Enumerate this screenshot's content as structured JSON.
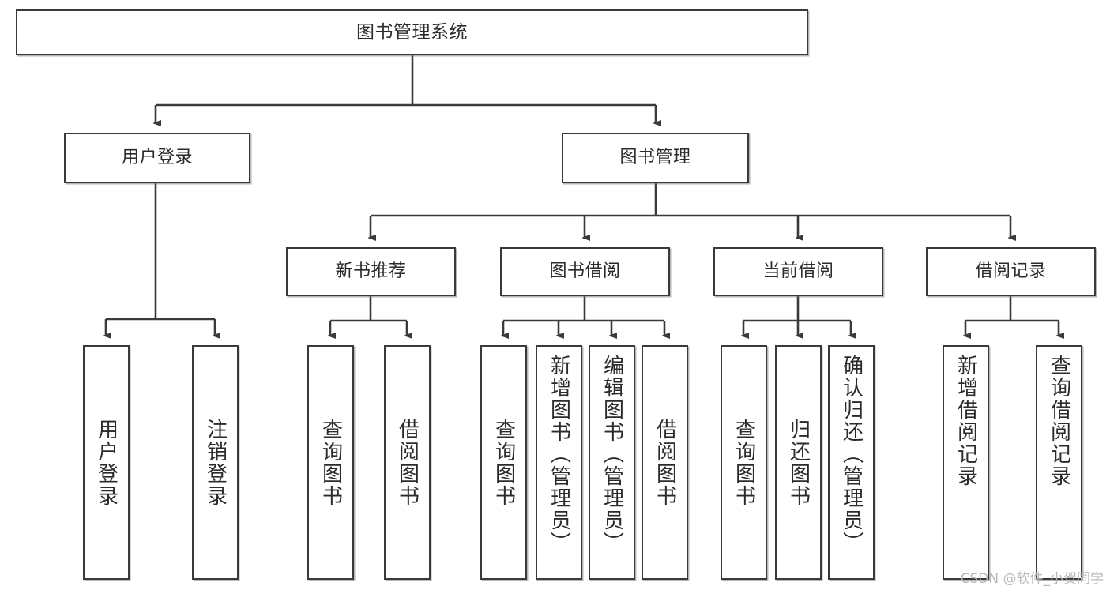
{
  "diagram": {
    "type": "tree-hierarchy-chart",
    "title": "图书管理系统",
    "stroke_color": "#3a3a3a",
    "fill_color": "#ffffff",
    "text_color": "#2b2b2b"
  },
  "nodes": {
    "root": {
      "label": "图书管理系统"
    },
    "level2": [
      {
        "id": "user_login",
        "label": "用户登录"
      },
      {
        "id": "book_manage",
        "label": "图书管理"
      }
    ],
    "level3": [
      {
        "id": "new_book_rec",
        "label": "新书推荐"
      },
      {
        "id": "book_borrow",
        "label": "图书借阅"
      },
      {
        "id": "current_borrow",
        "label": "当前借阅"
      },
      {
        "id": "borrow_record",
        "label": "借阅记录"
      }
    ],
    "leaves": {
      "user_login": [
        {
          "id": "leaf_user_login",
          "label": "用户登录"
        },
        {
          "id": "leaf_user_logout",
          "label": "注销登录"
        }
      ],
      "new_book_rec": [
        {
          "id": "leaf_query_book_1",
          "label": "查询图书"
        },
        {
          "id": "leaf_borrow_book_1",
          "label": "借阅图书"
        }
      ],
      "book_borrow": [
        {
          "id": "leaf_query_book_2",
          "label": "查询图书"
        },
        {
          "id": "leaf_add_book",
          "label": "新增图书（管理员）"
        },
        {
          "id": "leaf_edit_book",
          "label": "编辑图书（管理员）"
        },
        {
          "id": "leaf_borrow_book_2",
          "label": "借阅图书"
        }
      ],
      "current_borrow": [
        {
          "id": "leaf_query_book_3",
          "label": "查询图书"
        },
        {
          "id": "leaf_return_book",
          "label": "归还图书"
        },
        {
          "id": "leaf_confirm_return",
          "label": "确认归还（管理员）"
        }
      ],
      "borrow_record": [
        {
          "id": "leaf_add_record",
          "label": "新增借阅记录"
        },
        {
          "id": "leaf_query_record",
          "label": "查询借阅记录"
        }
      ]
    }
  },
  "watermark": {
    "text": "CSDN @软件_小贺同学"
  }
}
